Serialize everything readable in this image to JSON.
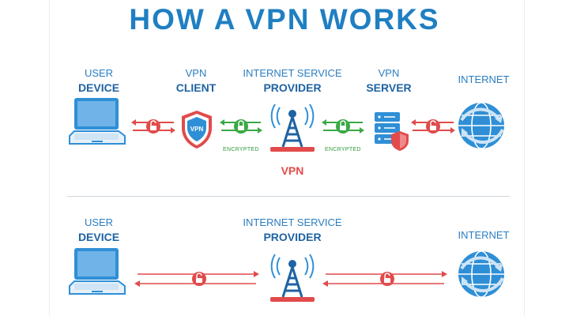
{
  "title": "HOW A VPN WORKS",
  "top": {
    "user_device": {
      "line1": "USER",
      "line2": "DEVICE"
    },
    "vpn_client": {
      "line1": "VPN",
      "line2": "CLIENT"
    },
    "isp": {
      "line1": "INTERNET SERVICE",
      "line2": "PROVIDER"
    },
    "vpn_server": {
      "line1": "VPN",
      "line2": "SERVER"
    },
    "internet": "INTERNET",
    "encrypted_left": "ENCRYPTED",
    "encrypted_right": "ENCRYPTED",
    "vpn_label": "VPN",
    "shield_text": "VPN"
  },
  "bottom": {
    "user_device": {
      "line1": "USER",
      "line2": "DEVICE"
    },
    "isp": {
      "line1": "INTERNET SERVICE",
      "line2": "PROVIDER"
    },
    "internet": "INTERNET"
  },
  "colors": {
    "title_blue": "#1f7fc2",
    "label_blue": "#1e63a3",
    "encrypted_green": "#3aa845",
    "unencrypted_red": "#e14b4b",
    "device_blue": "#2f8fd6"
  },
  "icons": [
    "laptop-icon",
    "vpn-shield-icon",
    "cell-tower-icon",
    "server-icon",
    "globe-icon",
    "lock-icon",
    "unlock-icon"
  ]
}
